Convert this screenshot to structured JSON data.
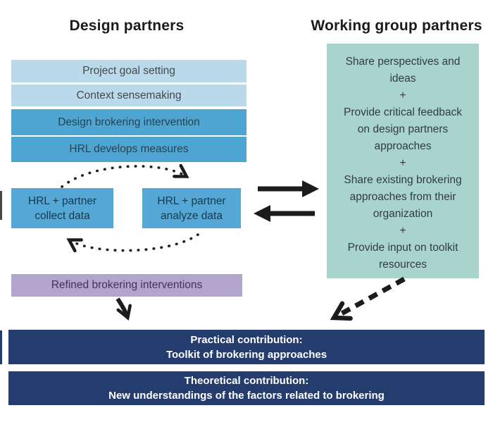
{
  "headings": {
    "left": "Design partners",
    "right": "Working group partners"
  },
  "design_partners": {
    "steps": [
      {
        "label": "Project goal setting"
      },
      {
        "label": "Context sensemaking"
      },
      {
        "label": "Design brokering intervention"
      },
      {
        "label": "HRL develops measures"
      }
    ],
    "cycle_boxes": [
      {
        "label": "HRL + partner\ncollect data"
      },
      {
        "label": "HRL + partner\nanalyze data"
      }
    ],
    "refined_label": "Refined brokering interventions"
  },
  "working_group": {
    "activities_text": "Share perspectives and\nideas\n+\nProvide critical feedback\non design partners\napproaches\n+\nShare existing brokering\napproaches from their\norganization\n+\nProvide input on toolkit\nresources"
  },
  "contributions": {
    "practical": {
      "title": "Practical contribution:",
      "detail": "Toolkit of brokering approaches"
    },
    "theoretical": {
      "title": "Theoretical contribution:",
      "detail": "New understandings of the factors related to brokering"
    }
  },
  "icons": {
    "cycle_top": "dotted-arc-arrow-right",
    "cycle_bottom": "dotted-arc-arrow-left",
    "exchange_right": "solid-right-arrow",
    "exchange_left": "solid-left-arrow",
    "refined_to_practical": "bent-down-arrow",
    "working_to_practical": "dashed-diagonal-arrow"
  },
  "colors": {
    "step_light": "#bad9ea",
    "step_medium": "#4fa5d2",
    "cycle_box": "#55a8d5",
    "working_group_box": "#a9d4cb",
    "refined_box": "#b2a4ca",
    "contribution_box": "#253c6e",
    "arrow": "#1c1c1c",
    "text_on_navy": "#ffffff"
  }
}
